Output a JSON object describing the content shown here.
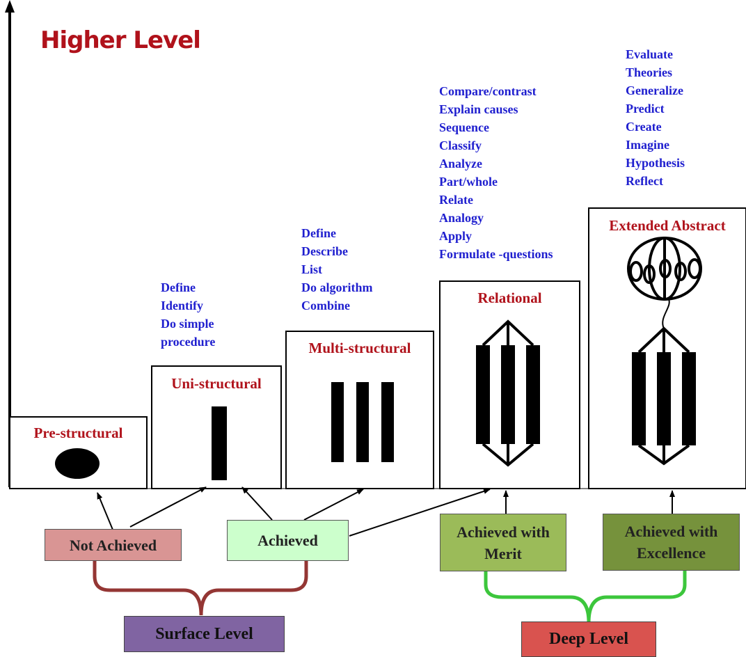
{
  "axis": {
    "label": "Higher Level"
  },
  "levels": {
    "pre_structural": {
      "title": "Pre-structural"
    },
    "uni_structural": {
      "title": "Uni-structural",
      "verbs": [
        "Define",
        "Identify",
        "Do simple",
        "procedure"
      ]
    },
    "multi_structural": {
      "title": "Multi-structural",
      "verbs": [
        "Define",
        "Describe",
        "List",
        "Do algorithm",
        "Combine"
      ]
    },
    "relational": {
      "title": "Relational",
      "verbs": [
        "Compare/contrast",
        "Explain causes",
        "Sequence",
        "Classify",
        "Analyze",
        "Part/whole",
        "Relate",
        "Analogy",
        "Apply",
        "Formulate -questions"
      ]
    },
    "extended_abstract": {
      "title": "Extended Abstract",
      "verbs": [
        "Evaluate",
        "Theories",
        "Generalize",
        "Predict",
        "Create",
        "Imagine",
        "Hypothesis",
        "Reflect"
      ]
    }
  },
  "grades": {
    "not_achieved": {
      "label": "Not Achieved",
      "color": "#d99594"
    },
    "achieved": {
      "label": "Achieved",
      "color": "#ccffcc"
    },
    "merit": {
      "label": "Achieved with Merit",
      "line1": "Achieved with",
      "line2": "Merit",
      "color": "#9bbb59"
    },
    "excellence": {
      "label": "Achieved with Excellence",
      "line1": "Achieved with",
      "line2": "Excellence",
      "color": "#76923c"
    }
  },
  "groups": {
    "surface": {
      "label": "Surface Level",
      "color": "#8064a2",
      "brace_color": "#943634"
    },
    "deep": {
      "label": "Deep Level",
      "color": "#d9534f",
      "brace_color": "#3cc63c"
    }
  }
}
